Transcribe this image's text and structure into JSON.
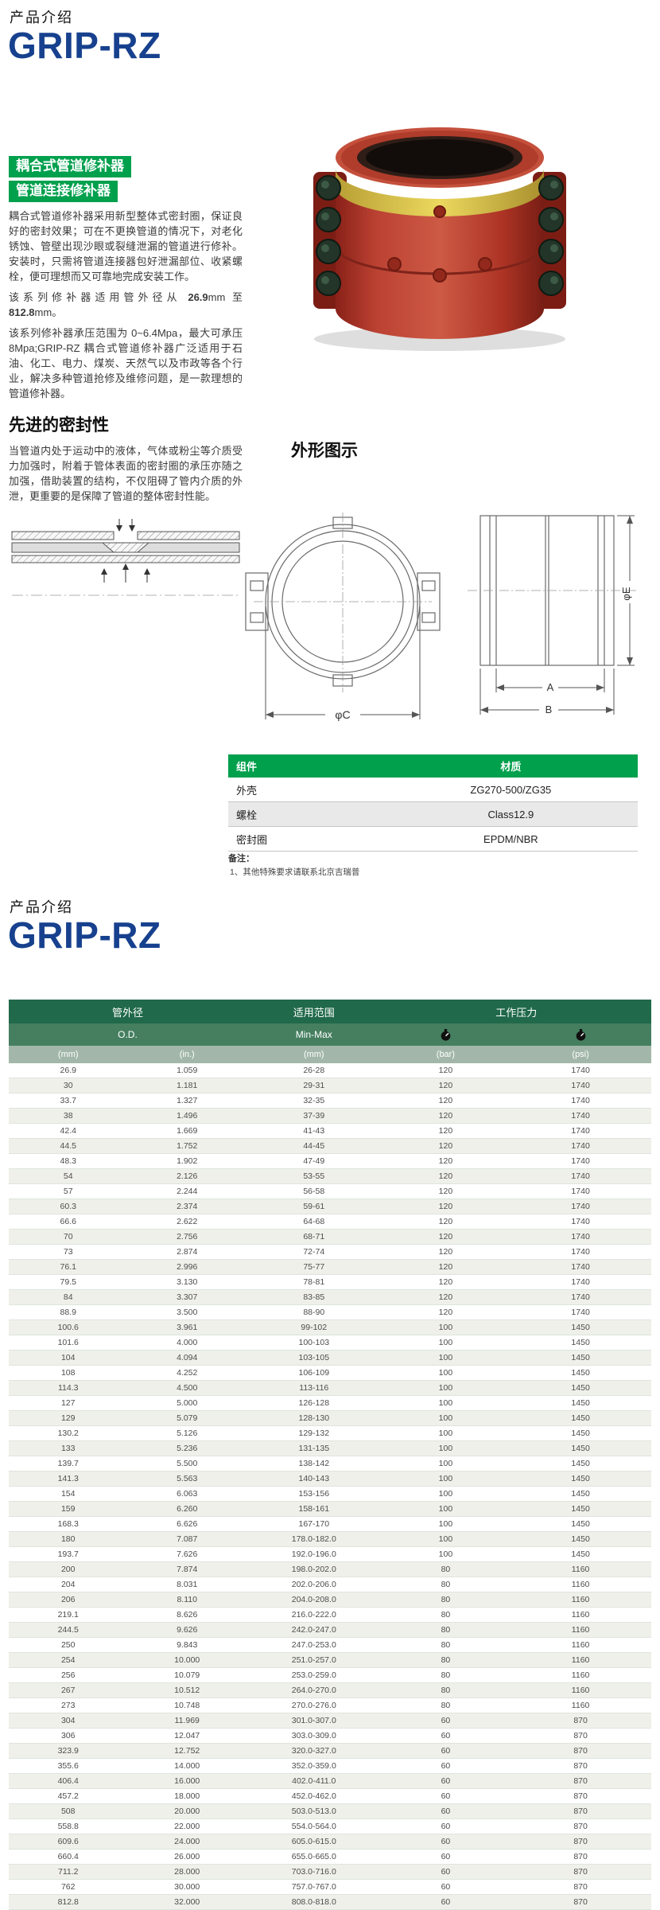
{
  "colors": {
    "brand_blue": "#17418e",
    "accent_green": "#00a04d",
    "table_header_dark": "#20694a",
    "table_header_mid": "#457f60",
    "table_header_light": "#a2b7a9"
  },
  "page1": {
    "kicker": "产品介绍",
    "brand": "GRIP-RZ",
    "taglines": [
      "耦合式管道修补器",
      "管道连接修补器"
    ],
    "paragraph1": "耦合式管道修补器采用新型整体式密封圈，保证良好的密封效果；可在不更换管道的情况下，对老化锈蚀、管壁出现沙眼或裂缝泄漏的管道进行修补。安装时，只需将管道连接器包好泄漏部位、收紧螺栓，便可理想而又可靠地完成安装工作。",
    "paragraph2": {
      "a": "该系列修补器适用管外径从 ",
      "b": "26.9",
      "c": "mm 至 ",
      "d": "812.8",
      "e": "mm。"
    },
    "paragraph3": "该系列修补器承压范围为 0~6.4Mpa，最大可承压 8Mpa;GRIP-RZ 耦合式管道修补器广泛适用于石油、化工、电力、煤炭、天然气以及市政等各个行业，解决多种管道抢修及维修问题，是一款理想的管道修补器。",
    "seal_heading": "先进的密封性",
    "seal_paragraph": "当管道内处于运动中的液体，气体或粉尘等介质受力加强时，附着于管体表面的密封圈的承压亦随之加强，借助装置的结构，不仅阻碍了管内介质的外泄，更重要的是保障了管道的整体密封性能。",
    "outline_heading": "外形图示",
    "dims": {
      "c": "φC",
      "a": "A",
      "b": "B",
      "e": "φE"
    },
    "materials": {
      "headers": [
        "组件",
        "材质"
      ],
      "rows": [
        [
          "外壳",
          "ZG270-500/ZG35"
        ],
        [
          "螺栓",
          "Class12.9"
        ],
        [
          "密封圈",
          "EPDM/NBR"
        ]
      ]
    },
    "remark_title": "备注：",
    "remark_lines": [
      "1、其他特殊要求请联系北京吉瑞普"
    ]
  },
  "page2": {
    "kicker": "产品介绍",
    "brand": "GRIP-RZ",
    "table": {
      "group_headers": [
        "管外径",
        "适用范围",
        "工作压力"
      ],
      "od_label": "O.D.",
      "range_label": "Min-Max",
      "unit_headers": [
        "(mm)",
        "(in.)",
        "(mm)",
        "(bar)",
        "(psi)"
      ],
      "rows": [
        [
          "26.9",
          "1.059",
          "26-28",
          "120",
          "1740"
        ],
        [
          "30",
          "1.181",
          "29-31",
          "120",
          "1740"
        ],
        [
          "33.7",
          "1.327",
          "32-35",
          "120",
          "1740"
        ],
        [
          "38",
          "1.496",
          "37-39",
          "120",
          "1740"
        ],
        [
          "42.4",
          "1.669",
          "41-43",
          "120",
          "1740"
        ],
        [
          "44.5",
          "1.752",
          "44-45",
          "120",
          "1740"
        ],
        [
          "48.3",
          "1.902",
          "47-49",
          "120",
          "1740"
        ],
        [
          "54",
          "2.126",
          "53-55",
          "120",
          "1740"
        ],
        [
          "57",
          "2.244",
          "56-58",
          "120",
          "1740"
        ],
        [
          "60.3",
          "2.374",
          "59-61",
          "120",
          "1740"
        ],
        [
          "66.6",
          "2.622",
          "64-68",
          "120",
          "1740"
        ],
        [
          "70",
          "2.756",
          "68-71",
          "120",
          "1740"
        ],
        [
          "73",
          "2.874",
          "72-74",
          "120",
          "1740"
        ],
        [
          "76.1",
          "2.996",
          "75-77",
          "120",
          "1740"
        ],
        [
          "79.5",
          "3.130",
          "78-81",
          "120",
          "1740"
        ],
        [
          "84",
          "3.307",
          "83-85",
          "120",
          "1740"
        ],
        [
          "88.9",
          "3.500",
          "88-90",
          "120",
          "1740"
        ],
        [
          "100.6",
          "3.961",
          "99-102",
          "100",
          "1450"
        ],
        [
          "101.6",
          "4.000",
          "100-103",
          "100",
          "1450"
        ],
        [
          "104",
          "4.094",
          "103-105",
          "100",
          "1450"
        ],
        [
          "108",
          "4.252",
          "106-109",
          "100",
          "1450"
        ],
        [
          "114.3",
          "4.500",
          "113-116",
          "100",
          "1450"
        ],
        [
          "127",
          "5.000",
          "126-128",
          "100",
          "1450"
        ],
        [
          "129",
          "5.079",
          "128-130",
          "100",
          "1450"
        ],
        [
          "130.2",
          "5.126",
          "129-132",
          "100",
          "1450"
        ],
        [
          "133",
          "5.236",
          "131-135",
          "100",
          "1450"
        ],
        [
          "139.7",
          "5.500",
          "138-142",
          "100",
          "1450"
        ],
        [
          "141.3",
          "5.563",
          "140-143",
          "100",
          "1450"
        ],
        [
          "154",
          "6.063",
          "153-156",
          "100",
          "1450"
        ],
        [
          "159",
          "6.260",
          "158-161",
          "100",
          "1450"
        ],
        [
          "168.3",
          "6.626",
          "167-170",
          "100",
          "1450"
        ],
        [
          "180",
          "7.087",
          "178.0-182.0",
          "100",
          "1450"
        ],
        [
          "193.7",
          "7.626",
          "192.0-196.0",
          "100",
          "1450"
        ],
        [
          "200",
          "7.874",
          "198.0-202.0",
          "80",
          "1160"
        ],
        [
          "204",
          "8.031",
          "202.0-206.0",
          "80",
          "1160"
        ],
        [
          "206",
          "8.110",
          "204.0-208.0",
          "80",
          "1160"
        ],
        [
          "219.1",
          "8.626",
          "216.0-222.0",
          "80",
          "1160"
        ],
        [
          "244.5",
          "9.626",
          "242.0-247.0",
          "80",
          "1160"
        ],
        [
          "250",
          "9.843",
          "247.0-253.0",
          "80",
          "1160"
        ],
        [
          "254",
          "10.000",
          "251.0-257.0",
          "80",
          "1160"
        ],
        [
          "256",
          "10.079",
          "253.0-259.0",
          "80",
          "1160"
        ],
        [
          "267",
          "10.512",
          "264.0-270.0",
          "80",
          "1160"
        ],
        [
          "273",
          "10.748",
          "270.0-276.0",
          "80",
          "1160"
        ],
        [
          "304",
          "11.969",
          "301.0-307.0",
          "60",
          "870"
        ],
        [
          "306",
          "12.047",
          "303.0-309.0",
          "60",
          "870"
        ],
        [
          "323.9",
          "12.752",
          "320.0-327.0",
          "60",
          "870"
        ],
        [
          "355.6",
          "14.000",
          "352.0-359.0",
          "60",
          "870"
        ],
        [
          "406.4",
          "16.000",
          "402.0-411.0",
          "60",
          "870"
        ],
        [
          "457.2",
          "18.000",
          "452.0-462.0",
          "60",
          "870"
        ],
        [
          "508",
          "20.000",
          "503.0-513.0",
          "60",
          "870"
        ],
        [
          "558.8",
          "22.000",
          "554.0-564.0",
          "60",
          "870"
        ],
        [
          "609.6",
          "24.000",
          "605.0-615.0",
          "60",
          "870"
        ],
        [
          "660.4",
          "26.000",
          "655.0-665.0",
          "60",
          "870"
        ],
        [
          "711.2",
          "28.000",
          "703.0-716.0",
          "60",
          "870"
        ],
        [
          "762",
          "30.000",
          "757.0-767.0",
          "60",
          "870"
        ],
        [
          "812.8",
          "32.000",
          "808.0-818.0",
          "60",
          "870"
        ]
      ]
    }
  }
}
